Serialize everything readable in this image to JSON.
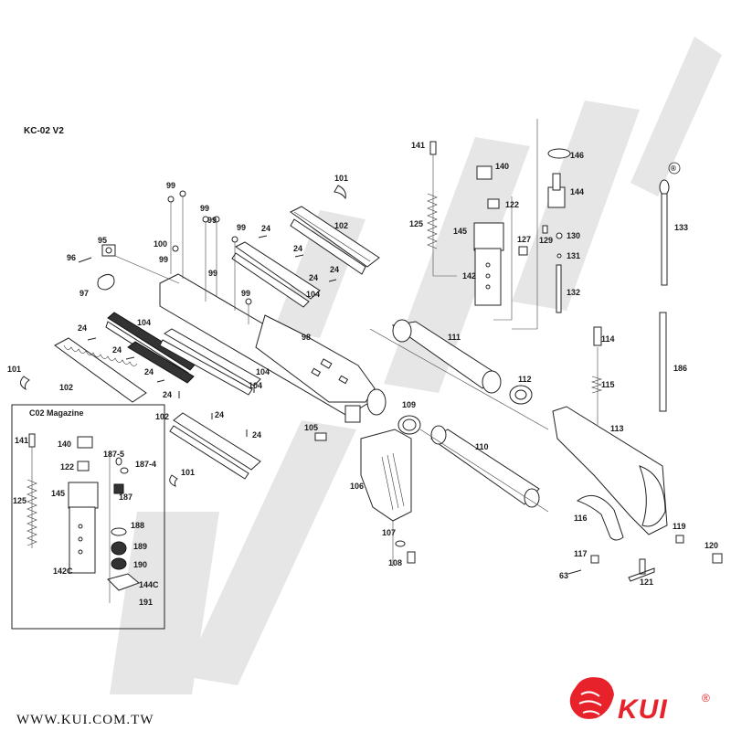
{
  "title": "KC-02 V2",
  "inset_title": "C02 Magazine",
  "website": "WWW.KUI.COM.TW",
  "brand": {
    "name": "KUI",
    "registered": "®",
    "color": "#e8222b"
  },
  "registered_mark": "®",
  "labels": {
    "l141": "141",
    "l140": "140",
    "l146": "146",
    "l144": "144",
    "l122": "122",
    "l125": "125",
    "l145": "145",
    "l127": "127",
    "l129": "129",
    "l130": "130",
    "l131": "131",
    "l142": "142",
    "l132": "132",
    "l133": "133",
    "l99a": "99",
    "l99b": "99",
    "l99c": "99",
    "l99d": "99",
    "l99e": "99",
    "l99f": "99",
    "l99g": "99",
    "l100": "100",
    "l95": "95",
    "l96": "96",
    "l97": "97",
    "l24a": "24",
    "l24b": "24",
    "l24c": "24",
    "l24d": "24",
    "l24e": "24",
    "l24f": "24",
    "l24g": "24",
    "l24h": "24",
    "l24i": "24",
    "l24j": "24",
    "l101a": "101",
    "l101b": "101",
    "l101c": "101",
    "l102a": "102",
    "l102b": "102",
    "l102c": "102",
    "l104a": "104",
    "l104b": "104",
    "l104c": "104",
    "l104d": "104",
    "l98": "98",
    "l111": "111",
    "l112": "112",
    "l109": "109",
    "l105": "105",
    "l106": "106",
    "l110": "110",
    "l113": "113",
    "l114": "114",
    "l115": "115",
    "l186": "186",
    "l116": "116",
    "l117": "117",
    "l63": "63",
    "l119": "119",
    "l120": "120",
    "l121": "121",
    "l107": "107",
    "l108": "108",
    "m141": "141",
    "m140": "140",
    "m187_5": "187-5",
    "m187_4": "187-4",
    "m122": "122",
    "m145": "145",
    "m187": "187",
    "m125": "125",
    "m188": "188",
    "m189": "189",
    "m190": "190",
    "m142c": "142C",
    "m144c": "144C",
    "m191": "191"
  },
  "icons": {
    "brand_logo": "lion-head-icon",
    "watermark": "kui-watermark"
  }
}
